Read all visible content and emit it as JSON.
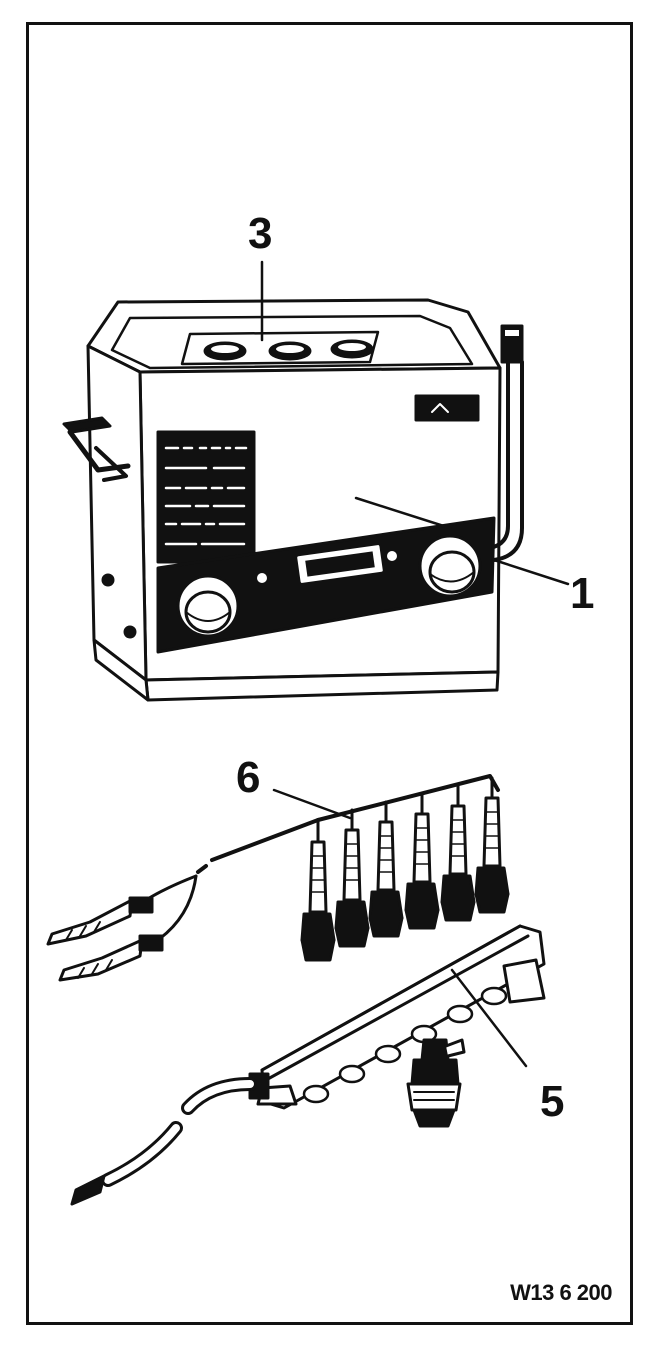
{
  "callouts": {
    "c1": "1",
    "c3": "3",
    "c5": "5",
    "c6": "6"
  },
  "figure_code": "W13 6 200",
  "ink_color": "#111111"
}
